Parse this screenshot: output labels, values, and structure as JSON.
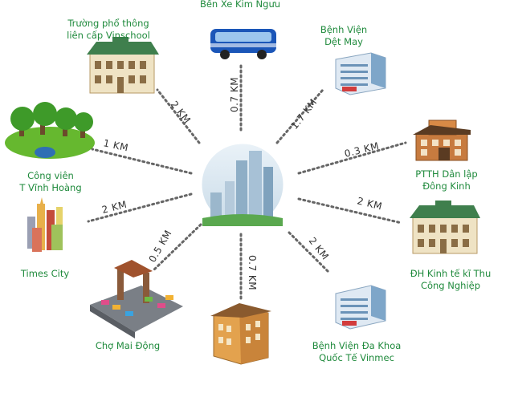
{
  "colors": {
    "label": "#1f8a3c",
    "connector": "#666666",
    "hub": "#dfe9f2"
  },
  "hub": {
    "icon": "apartment-towers-icon"
  },
  "locations": [
    {
      "key": "bus",
      "lines": [
        "Bến Xe Kim Ngưu"
      ],
      "distance": "0.7 KM",
      "icon": "bus-icon"
    },
    {
      "key": "school",
      "lines": [
        "Trường phổ thông",
        "liên cấp Vinschool"
      ],
      "distance": "2 KM",
      "icon": "school-building-icon"
    },
    {
      "key": "textile",
      "lines": [
        "Bệnh Viện",
        "Dệt May"
      ],
      "distance": "1.7 KM",
      "icon": "hospital-icon"
    },
    {
      "key": "park",
      "lines": [
        "Công viên",
        "T Vĩnh Hoàng"
      ],
      "distance": "1 KM",
      "icon": "park-trees-icon"
    },
    {
      "key": "donglinh",
      "lines": [
        "PTTH Dân lập",
        "Đông Kinh"
      ],
      "distance": "0.3 KM",
      "icon": "school-house-icon"
    },
    {
      "key": "times",
      "lines": [
        "Times City"
      ],
      "distance": "2 KM",
      "icon": "city-towers-icon"
    },
    {
      "key": "university",
      "lines": [
        "ĐH Kinh tế kĩ Thu",
        "Công Nghiệp"
      ],
      "distance": "2 KM",
      "icon": "university-building-icon"
    },
    {
      "key": "market",
      "lines": [
        "Chợ Mai Động"
      ],
      "distance": "0.5 KM",
      "icon": "market-icon"
    },
    {
      "key": "bottom",
      "lines": [],
      "distance": "0.7 KM",
      "icon": "office-building-icon"
    },
    {
      "key": "vinmec",
      "lines": [
        "Bệnh Viện Đa Khoa",
        "Quốc Tế Vinmec"
      ],
      "distance": "2 KM",
      "icon": "vinmec-hospital-icon"
    }
  ]
}
